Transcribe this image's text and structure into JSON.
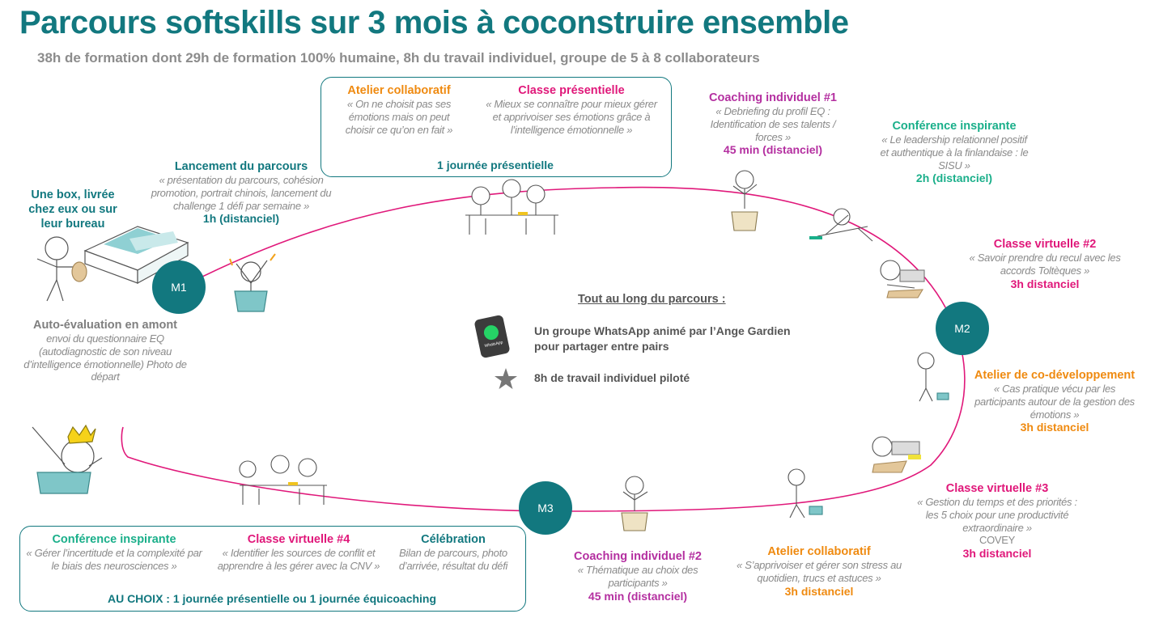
{
  "title": "Parcours softskills sur 3 mois à coconstruire ensemble",
  "subtitle": "38h de formation dont 29h de formation 100% humaine, 8h du travail individuel, groupe de 5 à 8 collaborateurs",
  "box_start": {
    "title": "Une box, livrée chez eux ou sur leur bureau"
  },
  "auto_eval": {
    "title": "Auto-évaluation en amont",
    "text": "envoi du questionnaire EQ (autodiagnostic de son niveau d’intelligence émotionnelle) Photo de départ"
  },
  "lancement": {
    "title": "Lancement du parcours",
    "quote": "« présentation du parcours, cohésion promotion, portrait chinois, lancement du challenge 1 défi par semaine »",
    "duration": "1h (distanciel)"
  },
  "day1": {
    "atelier": {
      "title": "Atelier collaboratif",
      "quote": "« On ne choisit pas ses émotions mais on peut choisir ce qu’on en fait »"
    },
    "classe": {
      "title": "Classe présentielle",
      "quote": "« Mieux se connaître pour mieux gérer et apprivoiser ses émotions grâce à l’intelligence émotionnelle »"
    },
    "footer": "1 journée présentielle"
  },
  "coaching1": {
    "title": "Coaching individuel #1",
    "quote": "« Debriefing du profil EQ : Identification de ses talents / forces »",
    "duration": "45 min (distanciel)"
  },
  "conference1": {
    "title": "Conférence inspirante",
    "quote": "« Le leadership relationnel positif et authentique à la finlandaise : le SISU »",
    "duration": "2h (distanciel)"
  },
  "classe_v2": {
    "title": "Classe virtuelle #2",
    "quote": "« Savoir prendre du recul avec les accords Toltèques »",
    "duration": "3h distanciel"
  },
  "codev": {
    "title": "Atelier de co-développement",
    "quote": "« Cas pratique vécu par les participants autour de la gestion des émotions »",
    "duration": "3h distanciel"
  },
  "classe_v3": {
    "title": "Classe virtuelle #3",
    "quote": "« Gestion du temps et des priorités : les 5 choix pour une productivité extraordinaire »",
    "extra": "COVEY",
    "duration": "3h distanciel"
  },
  "atelier2": {
    "title": "Atelier collaboratif",
    "quote": "« S’apprivoiser et gérer son stress au quotidien, trucs et astuces »",
    "duration": "3h distanciel"
  },
  "coaching2": {
    "title": "Coaching individuel #2",
    "quote": "« Thématique au choix des participants »",
    "duration": "45 min (distanciel)"
  },
  "final": {
    "conference": {
      "title": "Conférence inspirante",
      "quote": "« Gérer l’incertitude et la complexité par le biais des neurosciences »"
    },
    "classe": {
      "title": "Classe virtuelle #4",
      "quote": "« Identifier les sources de conflit et apprendre à les gérer avec la CNV »"
    },
    "celebration": {
      "title": "Célébration",
      "quote": "Bilan de parcours, photo d’arrivée, résultat du défi"
    },
    "footer": "AU CHOIX : 1 journée présentielle ou 1 journée équicoaching"
  },
  "milestones": {
    "m1": "M1",
    "m2": "M2",
    "m3": "M3"
  },
  "center": {
    "title": "Tout au long du parcours :",
    "whatsapp": "Un groupe WhatsApp animé par l’Ange Gardien pour partager entre pairs",
    "phone_label": "WhatsApp",
    "individual": "8h de travail individuel piloté"
  },
  "colors": {
    "teal": "#12787f",
    "pink": "#e0187a",
    "orange": "#ef8a10",
    "purple": "#b42fa0",
    "green": "#1aaf8a"
  }
}
